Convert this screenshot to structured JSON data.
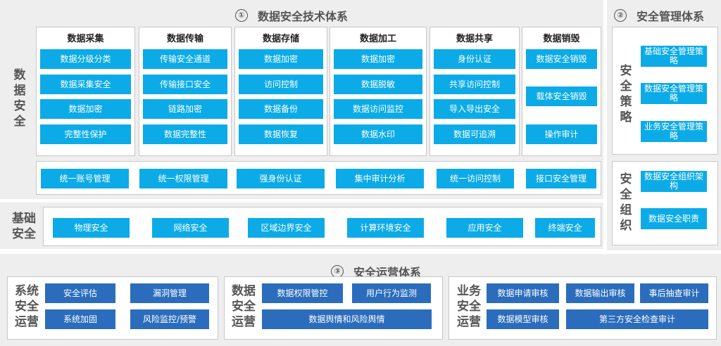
{
  "colors": {
    "chip": "#0cabe8",
    "chip_dark": "#2b6dbc",
    "panel": "#eeeeee",
    "title": "#555555"
  },
  "tech": {
    "number": "①",
    "title": "数据安全技术体系",
    "side_label": "数据安全",
    "columns": [
      {
        "header": "数据采集",
        "items": [
          "数据分级分类",
          "数据采集安全",
          "数据加密",
          "完整性保护"
        ]
      },
      {
        "header": "数据传输",
        "items": [
          "传输安全通道",
          "传输接口安全",
          "链路加密",
          "数据完整性"
        ]
      },
      {
        "header": "数据存储",
        "items": [
          "数据加密",
          "访问控制",
          "数据备份",
          "数据恢复"
        ]
      },
      {
        "header": "数据加工",
        "items": [
          "数据加密",
          "数据脱敏",
          "数据访问监控",
          "数据水印"
        ]
      },
      {
        "header": "数据共享",
        "items": [
          "身份认证",
          "共享访问控制",
          "导入导出安全",
          "数据可追溯"
        ]
      },
      {
        "header": "数据销毁",
        "items": [
          "数据安全销毁",
          "载体安全销毁",
          "操作审计"
        ]
      }
    ],
    "common": [
      "统一账号管理",
      "统一权限管理",
      "强身份认证",
      "集中审计分析",
      "统一访问控制",
      "接口安全管理"
    ]
  },
  "base": {
    "label": "基础安全",
    "items": [
      "物理安全",
      "网络安全",
      "区域边界安全",
      "计算环境安全",
      "应用安全",
      "终端安全"
    ]
  },
  "mgmt": {
    "number": "②",
    "title": "安全管理体系",
    "policy": {
      "label": "安全策略",
      "items": [
        "基础安全管理策略",
        "数据安全管理策略",
        "业务安全管理策略"
      ]
    },
    "org": {
      "label": "安全组织",
      "items": [
        "数据安全组织架构",
        "数据安全职责"
      ]
    }
  },
  "ops": {
    "number": "③",
    "title": "安全运营体系",
    "system": {
      "label": "系统安全运营",
      "items": [
        "安全评估",
        "漏洞管理",
        "系统加固",
        "风险监控/预警"
      ]
    },
    "data": {
      "label": "数据安全运营",
      "items": [
        "数据权限管控",
        "用户行为监测",
        "数据舆情和风险舆情"
      ]
    },
    "business": {
      "label": "业务安全运营",
      "items": [
        "数据申请审核",
        "数据输出审核",
        "事后抽查审计",
        "数据模型审核",
        "第三方安全检查审计"
      ]
    }
  }
}
